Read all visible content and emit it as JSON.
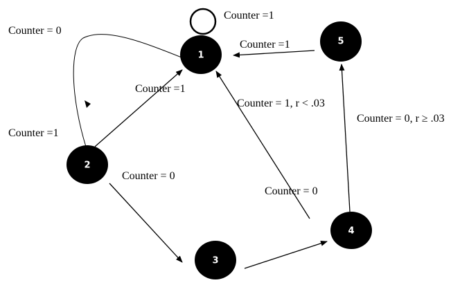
{
  "diagram": {
    "type": "state-transition",
    "nodes": [
      {
        "id": "1",
        "label": "1",
        "color": "#000000"
      },
      {
        "id": "2",
        "label": "2",
        "color": "#000000"
      },
      {
        "id": "3",
        "label": "3",
        "color": "#000000"
      },
      {
        "id": "4",
        "label": "4",
        "color": "#000000"
      },
      {
        "id": "5",
        "label": "5",
        "color": "#000000"
      }
    ],
    "edges": [
      {
        "from": "1",
        "to": "1",
        "label": "Counter =1"
      },
      {
        "from": "1",
        "to": "2",
        "label": "Counter = 0"
      },
      {
        "from": "2",
        "to": "1",
        "label": "Counter =1"
      },
      {
        "from": "2",
        "to": "1",
        "label_extra": "Counter =1"
      },
      {
        "from": "2",
        "to": "3",
        "label": "Counter = 0"
      },
      {
        "from": "3",
        "to": "4",
        "label": ""
      },
      {
        "from": "4",
        "to": "1",
        "label": "Counter = 1, r < .03"
      },
      {
        "from": "4",
        "to": "1",
        "label_extra": "Counter = 0"
      },
      {
        "from": "4",
        "to": "5",
        "label": "Counter = 0, r ≥  .03"
      },
      {
        "from": "5",
        "to": "1",
        "label": "Counter =1"
      }
    ],
    "labels": {
      "self_loop_1": "Counter =1",
      "curve_1_to_2": "Counter = 0",
      "left_2": "Counter =1",
      "edge_2_to_1": "Counter =1",
      "edge_2_to_3": "Counter = 0",
      "edge_4_to_1": "Counter = 1, r < .03",
      "edge_4_to_1_lower": "Counter = 0",
      "edge_4_to_5": "Counter = 0, r ≥  .03",
      "edge_5_to_1": "Counter =1"
    }
  }
}
